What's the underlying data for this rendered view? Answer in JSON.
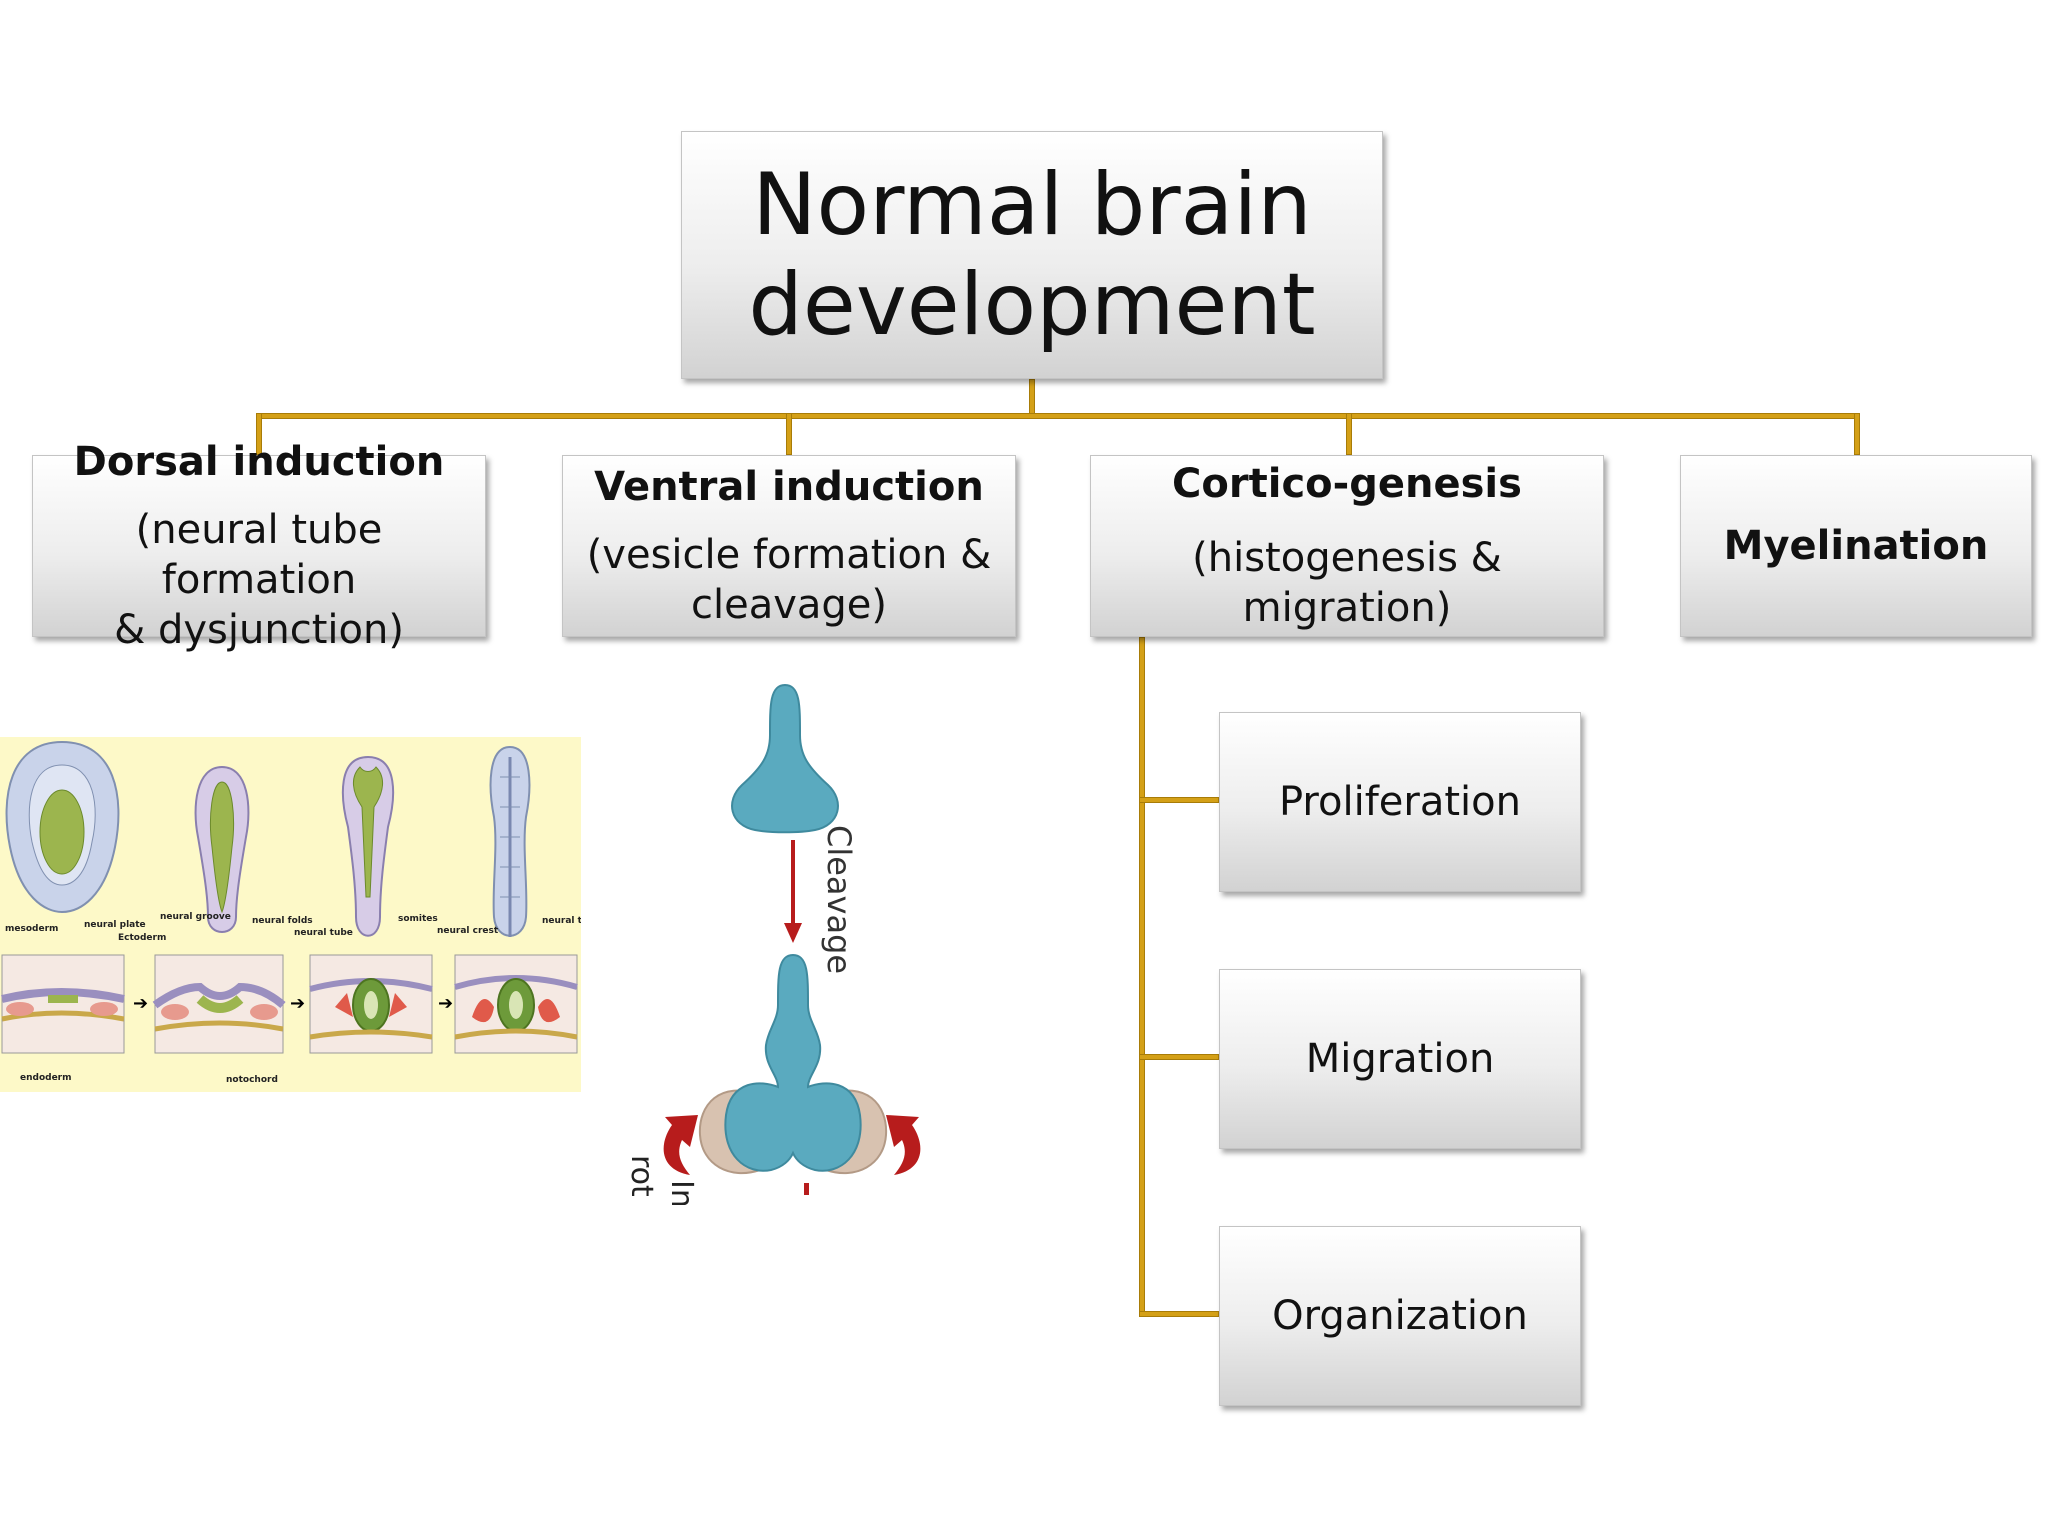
{
  "root": {
    "line1": "Normal brain",
    "line2": "development"
  },
  "categories": [
    {
      "title": "Dorsal induction",
      "sub1": "(neural tube formation",
      "sub2": "& dysjunction)"
    },
    {
      "title": "Ventral induction",
      "sub1": "(vesicle formation &",
      "sub2": "cleavage)"
    },
    {
      "title": "Cortico-genesis",
      "sub1": "(histogenesis & migration)"
    },
    {
      "title": "Myelination"
    }
  ],
  "stages": [
    {
      "label": "Proliferation"
    },
    {
      "label": "Migration"
    },
    {
      "label": "Organization"
    }
  ],
  "dorsal_figure": {
    "labels": {
      "mesoderm": "mesoderm",
      "neural_plate": "neural plate",
      "ectoderm": "Ectoderm",
      "neural_groove": "neural groove",
      "neural_folds": "neural folds",
      "neural_tube_1": "neural tube",
      "somites": "somites",
      "neural_crest": "neural crest",
      "neural_tube_2": "neural tube",
      "endoderm": "endoderm",
      "notochord": "notochord"
    }
  },
  "ventral_figure": {
    "cleavage": "Cleavage",
    "rot_1": "In\\",
    "rot_2": "rot"
  },
  "colors": {
    "connector": "#d4a017",
    "ventral_fill": "#5aaabf",
    "arrow": "#b71c1c",
    "figure_bg": "#fdf9c8"
  }
}
